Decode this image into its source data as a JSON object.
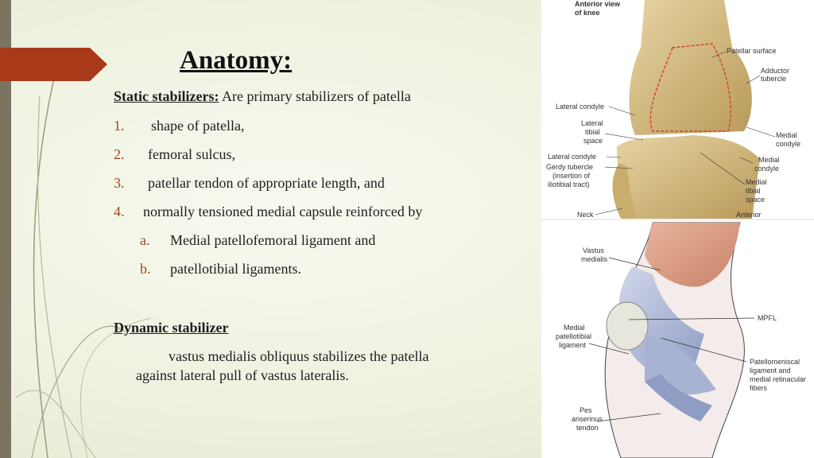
{
  "slide": {
    "title": "Anatomy:",
    "static": {
      "heading": "Static stabilizers:",
      "intro": " Are primary stabilizers of patella",
      "items": [
        {
          "num": "1.",
          "text": "shape of patella,"
        },
        {
          "num": "2.",
          "text": "femoral sulcus,"
        },
        {
          "num": "3.",
          "text": "patellar tendon of appropriate length, and"
        },
        {
          "num": "4.",
          "text": "normally tensioned medial capsule reinforced by"
        }
      ],
      "subitems": [
        {
          "num": "a.",
          "text": "Medial patellofemoral  ligament and"
        },
        {
          "num": "b.",
          "text": "patellotibial ligaments."
        }
      ]
    },
    "dynamic": {
      "heading": "Dynamic stabilizer",
      "line1": "vastus medialis obliquus stabilizes the patella",
      "line2": "against lateral pull of vastus lateralis."
    }
  },
  "figure_top": {
    "header_line1": "Anterior view",
    "header_line2": "of knee",
    "labels": {
      "patellar_surface": "Patellar surface",
      "adductor1": "Adductor",
      "adductor2": "tubercle",
      "lateral_condyle": "Lateral condyle",
      "lat_tibial1": "Lateral",
      "lat_tibial2": "tibial",
      "lat_tibial3": "space",
      "medial_condyle1": "Medial",
      "medial_condyle2": "condyle",
      "lateral_condyle2": "Lateral condyle",
      "gerdy1": "Gerdy tubercle",
      "gerdy2": "(insertion of",
      "gerdy3": "iliotibial tract)",
      "medial_condyle3": "Medial",
      "medial_condyle4": "condyle",
      "med_tibial1": "Medial",
      "med_tibial2": "tibial",
      "med_tibial3": "space",
      "neck": "Neck",
      "anterior": "Anterior"
    }
  },
  "figure_bottom": {
    "labels": {
      "vastus1": "Vastus",
      "vastus2": "medialis",
      "mpfl": "MPFL",
      "mpt1": "Medial",
      "mpt2": "patellotibial",
      "mpt3": "ligament",
      "pml1": "Patellomeniscal",
      "pml2": "ligament and",
      "pml3": "medial retinacular",
      "pml4": "fibers",
      "pes1": "Pes",
      "pes2": "anserinus",
      "pes3": "tendon"
    }
  },
  "colors": {
    "accent": "#a83a1a",
    "number": "#a0441f",
    "sidebar": "#7a7460"
  }
}
